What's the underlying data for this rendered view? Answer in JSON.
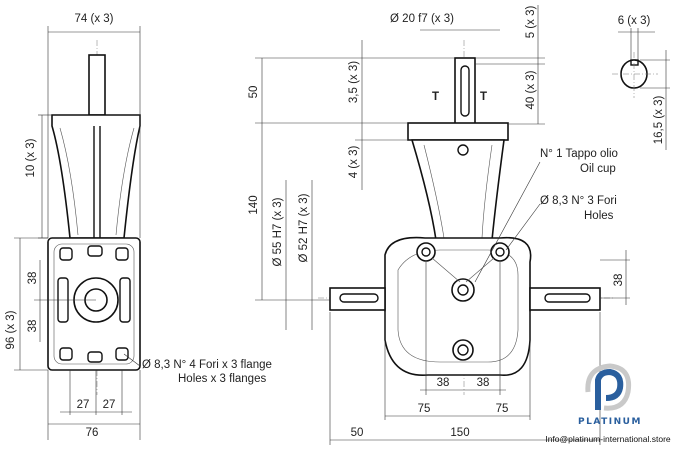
{
  "left_view": {
    "width_top": "74 (x 3)",
    "dim_10": "10 (x 3)",
    "dim_96": "96 (x 3)",
    "dim_38_a": "38",
    "dim_38_b": "38",
    "dim_27_a": "27",
    "dim_27_b": "27",
    "width_bottom": "76",
    "holes_note_it": "Ø 8,3 N° 4 Fori x 3 flange",
    "holes_note_en": "Holes x 3 flanges"
  },
  "front_view": {
    "dim_50_v": "50",
    "dim_140": "140",
    "dim_3_5": "3,5 (x 3)",
    "dim_4": "4 (x 3)",
    "dim_55": "Ø 55 H7 (x 3)",
    "dim_52": "Ø 52 H7 (x 3)",
    "shaft_dia": "Ø 20 f7 (x 3)",
    "dim_5": "5 (x 3)",
    "dim_40": "40 (x 3)",
    "oil_note_it": "N° 1 Tappo olio",
    "oil_note_en": "Oil cup",
    "fori_note_it": "Ø 8,3 N° 3 Fori",
    "fori_note_en": "Holes",
    "dim_38_l": "38",
    "dim_38_r": "38",
    "dim_75_l": "75",
    "dim_75_r": "75",
    "dim_50_h": "50",
    "dim_150": "150",
    "dim_38_side": "38",
    "section_mark": "T"
  },
  "key_detail": {
    "key_width": "6 (x 3)",
    "key_height": "16,5 (x 3)"
  },
  "branding": {
    "name": "PLATINUM",
    "email": "Info@platinum-international.store",
    "color": "#2a5f9e"
  }
}
